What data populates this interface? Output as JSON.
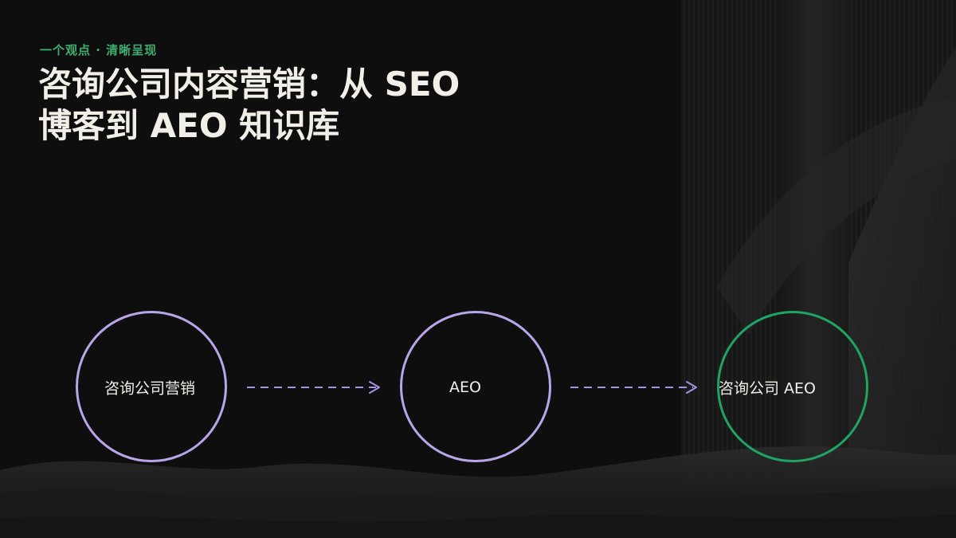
{
  "slide": {
    "eyebrow": "一个观点 · 清晰呈现",
    "title_line1": "咨询公司内容营销：从 SEO",
    "title_line2": "博客到 AEO 知识库"
  },
  "flow": {
    "nodes": [
      {
        "label": "咨询公司营销",
        "color": "#b8a6e8"
      },
      {
        "label": "AEO",
        "color": "#b8a6e8"
      },
      {
        "label": "咨询公司 AEO",
        "color": "#1fa463"
      }
    ],
    "arrow_color": "#a892e6"
  },
  "theme": {
    "background": "#0e0e0e",
    "accent_green": "#3fae6f",
    "text": "#f2efe9"
  }
}
